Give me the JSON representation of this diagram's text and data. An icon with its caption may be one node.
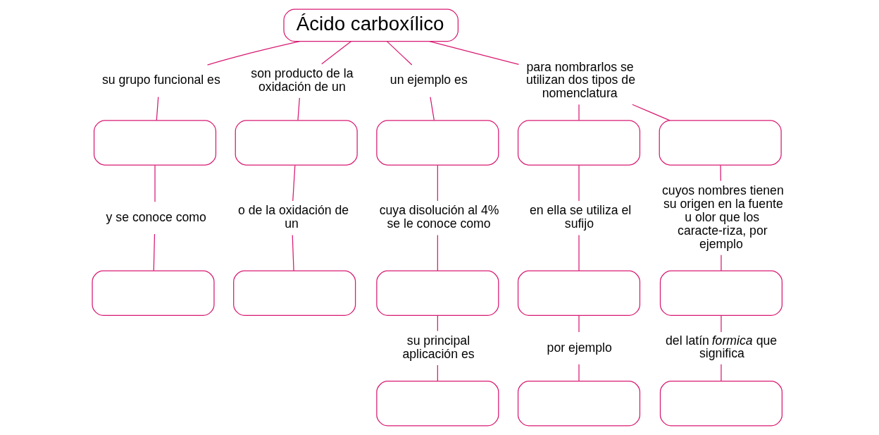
{
  "diagram": {
    "nodes": [
      {
        "text": [
          "Ácido carboxílico"
        ]
      },
      {
        "text": [
          "su grupo funcional es"
        ]
      },
      {
        "text": [
          "son producto de la oxidación de un"
        ]
      },
      {
        "text": [
          "un ejemplo es"
        ]
      },
      {
        "text": [
          "para nombrarlos se utilizan dos tipos de nomenclatura"
        ]
      },
      {
        "text": [],
        "shape": "box"
      },
      {
        "text": [],
        "shape": "box"
      },
      {
        "text": [],
        "shape": "box"
      },
      {
        "text": [],
        "shape": "box"
      },
      {
        "text": [],
        "shape": "box"
      },
      {
        "text": [
          "y se conoce como"
        ]
      },
      {
        "text": [
          "o de la oxidación de un"
        ]
      },
      {
        "text": [
          "cuya disolución al 4% se le conoce como"
        ]
      },
      {
        "text": [
          "en ella se utiliza el sufijo"
        ]
      },
      {
        "text": [
          "cuyos nombres tienen su origen en la fuente u olor que los caracte-riza, por ejemplo"
        ]
      },
      {
        "text": [],
        "shape": "box"
      },
      {
        "text": [],
        "shape": "box"
      },
      {
        "text": [],
        "shape": "box"
      },
      {
        "text": [],
        "shape": "box"
      },
      {
        "text": [],
        "shape": "box"
      },
      {
        "text": [
          "su principal aplicación es"
        ]
      },
      {
        "text": [
          "por ejemplo"
        ]
      },
      {
        "text": [
          "del latín *formica* que significa"
        ]
      },
      {
        "text": [],
        "shape": "box"
      },
      {
        "text": [],
        "shape": "box"
      },
      {
        "text": [],
        "shape": "box"
      }
    ],
    "edges": [
      {
        "from": 0,
        "to": 1,
        "arrow": "none"
      },
      {
        "from": 0,
        "to": 2,
        "arrow": "none"
      },
      {
        "from": 0,
        "to": 3,
        "arrow": "none"
      },
      {
        "from": 0,
        "to": 4,
        "arrow": "none"
      },
      {
        "from": 1,
        "to": 5,
        "arrow": "none"
      },
      {
        "from": 2,
        "to": 6,
        "arrow": "none"
      },
      {
        "from": 3,
        "to": 7,
        "arrow": "none"
      },
      {
        "from": 4,
        "to": 8,
        "arrow": "none"
      },
      {
        "from": 4,
        "to": 9,
        "arrow": "none"
      },
      {
        "from": 5,
        "to": 10,
        "arrow": "none"
      },
      {
        "from": 6,
        "to": 11,
        "arrow": "none"
      },
      {
        "from": 7,
        "to": 12,
        "arrow": "none"
      },
      {
        "from": 8,
        "to": 13,
        "arrow": "none"
      },
      {
        "from": 9,
        "to": 14,
        "arrow": "none"
      },
      {
        "from": 10,
        "to": 15,
        "arrow": "none"
      },
      {
        "from": 11,
        "to": 16,
        "arrow": "none"
      },
      {
        "from": 12,
        "to": 17,
        "arrow": "none"
      },
      {
        "from": 13,
        "to": 18,
        "arrow": "none"
      },
      {
        "from": 14,
        "to": 19,
        "arrow": "none"
      },
      {
        "from": 17,
        "to": 20,
        "arrow": "none"
      },
      {
        "from": 18,
        "to": 21,
        "arrow": "none"
      },
      {
        "from": 19,
        "to": 22,
        "arrow": "none"
      },
      {
        "from": 20,
        "to": 23,
        "arrow": "none"
      },
      {
        "from": 21,
        "to": 24,
        "arrow": "none"
      },
      {
        "from": 22,
        "to": 25,
        "arrow": "none"
      }
    ]
  }
}
